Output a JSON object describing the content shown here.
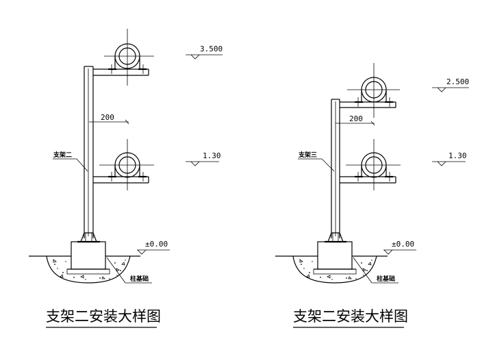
{
  "diagrams": [
    {
      "elevation_top": "3.500",
      "elevation_mid": "1.30",
      "elevation_ground": "±0.00",
      "dimension": "200",
      "support_label": "支架二",
      "foundation_label": "柱基础",
      "title": "支架二安装大样图"
    },
    {
      "elevation_top": "2.500",
      "elevation_mid": "1.30",
      "elevation_ground": "±0.00",
      "dimension": "200",
      "support_label": "支架三",
      "foundation_label": "柱基础",
      "title": "支架二安装大样图"
    }
  ]
}
